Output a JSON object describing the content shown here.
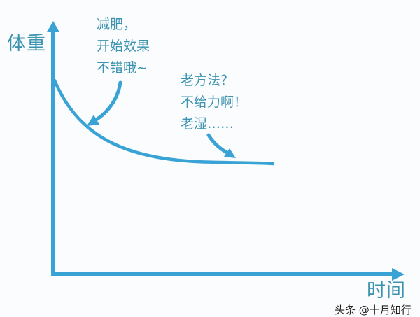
{
  "diagram": {
    "y_axis_label": "体重",
    "x_axis_label": "时间",
    "annotations": [
      {
        "lines": [
          "减肥，",
          "开始效果",
          "不错哦~"
        ]
      },
      {
        "lines": [
          "老方法？",
          "不给力啊！",
          "老湿……"
        ]
      }
    ],
    "line_color": "#3aa3d6",
    "text_color": "#3b93b0"
  },
  "watermark": "头条 @十月知行"
}
